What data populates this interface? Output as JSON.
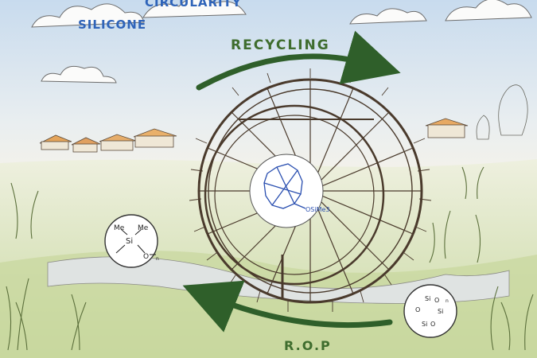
{
  "title_words": {
    "word1": "SILICONE",
    "word2": "CIRCULARITY"
  },
  "top_arrow_label": "RECYCLING",
  "bottom_arrow_label": "R.O.P",
  "hub_molecule": {
    "substituent": "OSiMe3"
  },
  "left_molecule": {
    "labels": [
      "Me",
      "Me",
      "Si",
      "O"
    ],
    "subscript": "n"
  },
  "right_molecule": {
    "si": "Si",
    "o": "O",
    "subscript": "n"
  },
  "colors": {
    "arrow_green": "#2f5f2a",
    "title_blue": "#2f64b9",
    "sky": "#c9dcef",
    "grass": "#cfdca8",
    "ink": "#4a3a2c"
  }
}
